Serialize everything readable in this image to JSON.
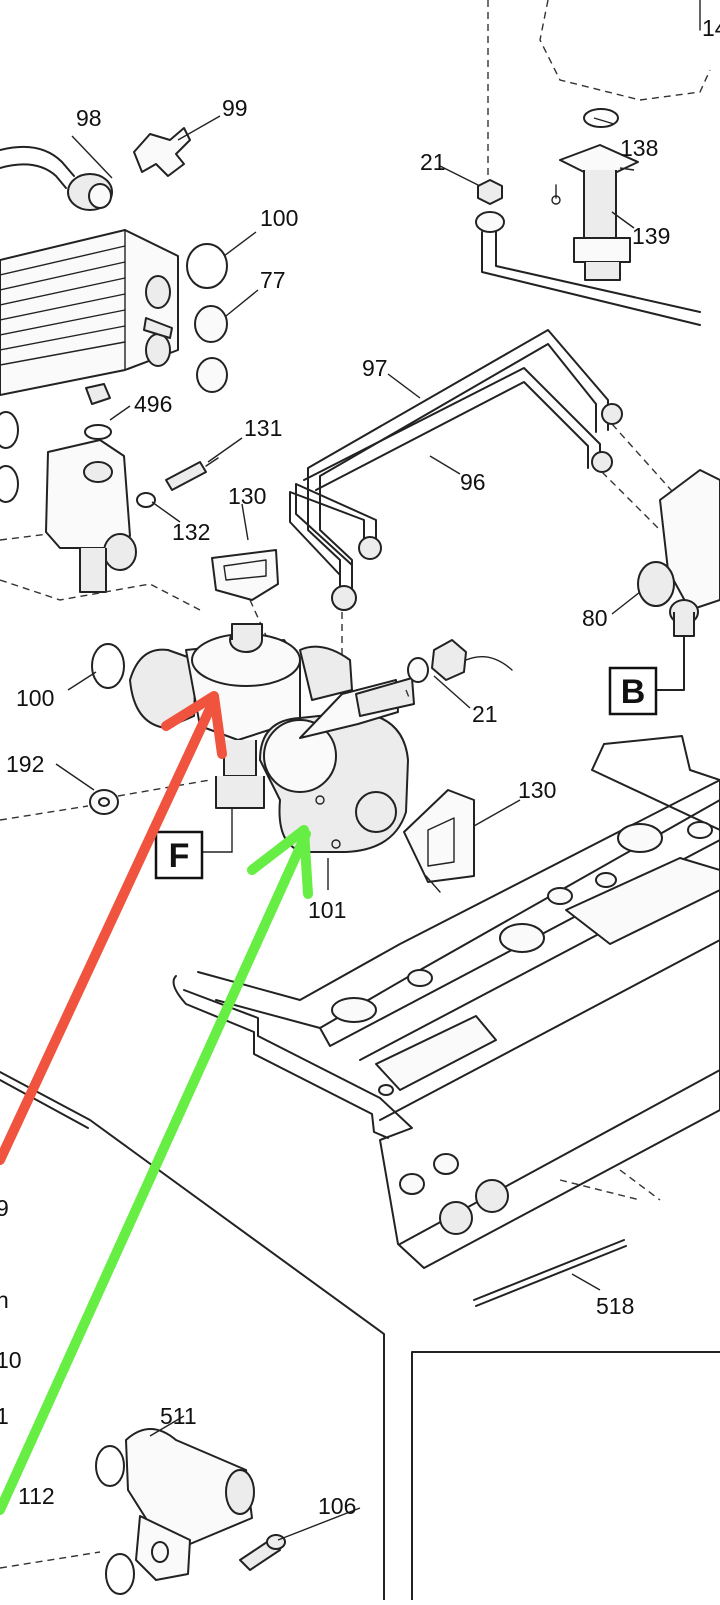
{
  "diagram": {
    "callouts": {
      "c98": "98",
      "c99": "99",
      "c100a": "100",
      "c77": "77",
      "c496": "496",
      "c131": "131",
      "c130a": "130",
      "c132": "132",
      "c100b": "100",
      "c192": "192",
      "c21a": "21",
      "c138": "138",
      "c139": "139",
      "c97": "97",
      "c96": "96",
      "c80": "80",
      "c21b": "21",
      "c130b": "130",
      "c101": "101",
      "c518": "518",
      "c511": "511",
      "c112": "112",
      "c106": "106",
      "edge9": "9",
      "edgen": "n",
      "edge10": "10",
      "edge1": "1",
      "edge_top": "14"
    },
    "box_labels": {
      "B": "B",
      "F": "F"
    },
    "annotation_arrows": [
      {
        "name": "red-arrow",
        "color": "#f0533e"
      },
      {
        "name": "green-arrow",
        "color": "#66ee44"
      }
    ]
  }
}
